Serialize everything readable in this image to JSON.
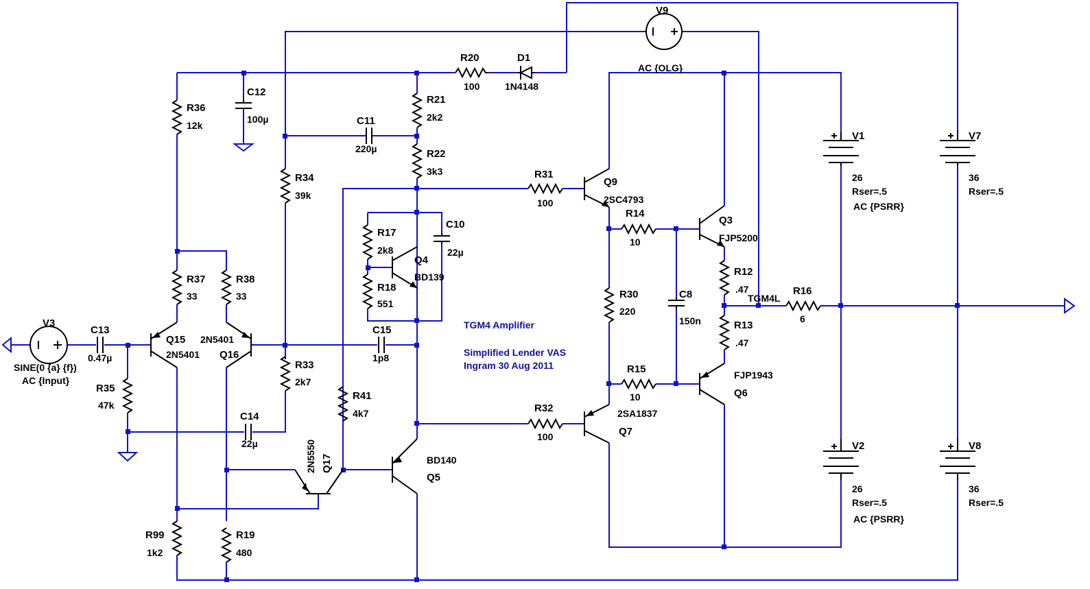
{
  "schematic": {
    "notes": [
      {
        "id": "title",
        "text": "TGM4 Amplifier"
      },
      {
        "id": "subtitle",
        "text": "Simplified Lender VAS"
      },
      {
        "id": "author",
        "text": "Ingram 30 Aug 2011"
      },
      {
        "id": "netlabel_out",
        "text": "TGM4L"
      },
      {
        "id": "olg",
        "text": "AC {OLG}"
      }
    ],
    "resistors": [
      {
        "ref": "R20",
        "value": "100"
      },
      {
        "ref": "R21",
        "value": "2k2"
      },
      {
        "ref": "R22",
        "value": "3k3"
      },
      {
        "ref": "R36",
        "value": "12k"
      },
      {
        "ref": "R34",
        "value": "39k"
      },
      {
        "ref": "R31",
        "value": "100"
      },
      {
        "ref": "R17",
        "value": "2k8"
      },
      {
        "ref": "R18",
        "value": "551"
      },
      {
        "ref": "R37",
        "value": "33"
      },
      {
        "ref": "R38",
        "value": "33"
      },
      {
        "ref": "R14",
        "value": "10"
      },
      {
        "ref": "R12",
        "value": ".47"
      },
      {
        "ref": "R13",
        "value": ".47"
      },
      {
        "ref": "R16",
        "value": "6"
      },
      {
        "ref": "R30",
        "value": "220"
      },
      {
        "ref": "R15",
        "value": "10"
      },
      {
        "ref": "R32",
        "value": "100"
      },
      {
        "ref": "R35",
        "value": "47k"
      },
      {
        "ref": "R33",
        "value": "2k7"
      },
      {
        "ref": "R41",
        "value": "4k7"
      },
      {
        "ref": "R99",
        "value": "1k2"
      },
      {
        "ref": "R19",
        "value": "480"
      }
    ],
    "capacitors": [
      {
        "ref": "C12",
        "value": "100µ"
      },
      {
        "ref": "C11",
        "value": "220µ"
      },
      {
        "ref": "C10",
        "value": "22µ"
      },
      {
        "ref": "C13",
        "value": "0.47µ"
      },
      {
        "ref": "C15",
        "value": "1p8"
      },
      {
        "ref": "C14",
        "value": "22µ"
      },
      {
        "ref": "C8",
        "value": "150n"
      }
    ],
    "diodes": [
      {
        "ref": "D1",
        "value": "1N4148"
      }
    ],
    "transistors": [
      {
        "ref": "Q9",
        "model": "2SC4793"
      },
      {
        "ref": "Q3",
        "model": "FJP5200"
      },
      {
        "ref": "Q4",
        "model": "BD139"
      },
      {
        "ref": "Q15",
        "model": "2N5401"
      },
      {
        "ref": "Q16",
        "model": "2N5401"
      },
      {
        "ref": "Q6",
        "model": "FJP1943"
      },
      {
        "ref": "Q7",
        "model": "2SA1837"
      },
      {
        "ref": "Q5",
        "model": "BD140"
      },
      {
        "ref": "Q17",
        "model": "2N5550"
      }
    ],
    "sources": [
      {
        "ref": "V9",
        "lines": []
      },
      {
        "ref": "V3",
        "lines": [
          "SINE(0 {a} {f})",
          "AC {Input}"
        ]
      },
      {
        "ref": "V1",
        "lines": [
          "26",
          "Rser=.5",
          "AC {PSRR}"
        ]
      },
      {
        "ref": "V7",
        "lines": [
          "36",
          "Rser=.5"
        ]
      },
      {
        "ref": "V2",
        "lines": [
          "26",
          "Rser=.5",
          "AC {PSRR}"
        ]
      },
      {
        "ref": "V8",
        "lines": [
          "36",
          "Rser=.5"
        ]
      }
    ]
  }
}
